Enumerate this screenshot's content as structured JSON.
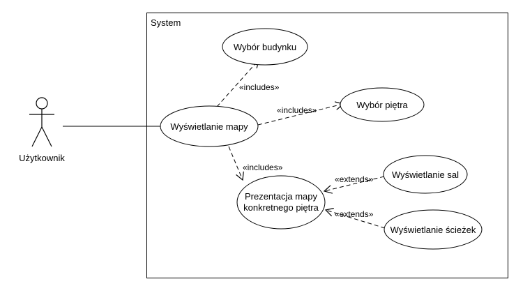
{
  "system": {
    "title": "System"
  },
  "actor": {
    "name": "Użytkownik"
  },
  "use_cases": {
    "wybor_budynku": "Wybór budynku",
    "wyswietlanie_mapy": "Wyświetlanie mapy",
    "wybor_pietra": "Wybór piętra",
    "prezentacja_line1": "Prezentacja mapy",
    "prezentacja_line2": "konkretnego piętra",
    "wyswietlanie_sal": "Wyświetlanie sal",
    "wyswietlanie_sciezek": "Wyświetlanie ścieżek"
  },
  "relations": {
    "includes_budynek": "«includes»",
    "includes_pietro": "«includes»",
    "includes_prezentacja": "«includes»",
    "extends_sal": "«extends»",
    "extends_sciezek": "«extends»"
  }
}
